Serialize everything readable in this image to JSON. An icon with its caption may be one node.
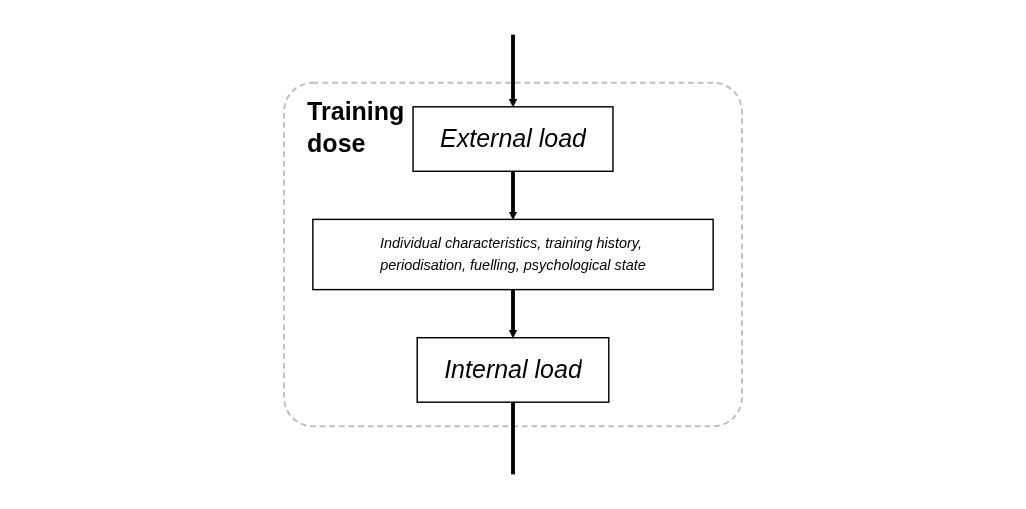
{
  "diagram": {
    "nodes": [
      {
        "text": [
          "Training dose"
        ]
      },
      {
        "text": [
          "External load"
        ],
        "in": 0
      },
      {
        "text": [
          "Individual characteristics, training history, periodisation, fuelling, psychological state"
        ],
        "in": 0
      },
      {
        "text": [
          "Internal load"
        ],
        "in": 0
      }
    ],
    "edges": [
      {
        "from": null,
        "to": 1,
        "arrow": "to"
      },
      {
        "from": 1,
        "to": 2,
        "arrow": "to"
      },
      {
        "from": 2,
        "to": 3,
        "arrow": "to"
      },
      {
        "from": 3,
        "to": null,
        "arrow": "none"
      }
    ]
  }
}
